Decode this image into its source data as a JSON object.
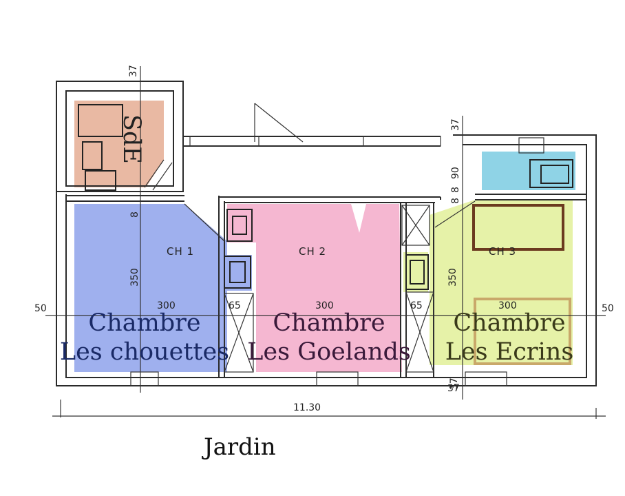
{
  "rooms": {
    "sde": {
      "label": "SdE",
      "color": "#e9b9a3"
    },
    "ch1": {
      "code": "CH 1",
      "name_line1": "Chambre",
      "name_line2": "Les chouettes",
      "width": "300",
      "height": "350",
      "top_dim": "8",
      "color": "#9fb0ee",
      "text_color": "#1a2a66"
    },
    "ch2": {
      "code": "CH 2",
      "name_line1": "Chambre",
      "name_line2": "Les Goelands",
      "width": "300",
      "color": "#f5b7d1",
      "text_color": "#3a1a3a"
    },
    "ch3": {
      "code": "CH 3",
      "name_line1": "Chambre",
      "name_line2": "Les Ecrins",
      "width": "300",
      "height": "350",
      "color": "#e6f2a8",
      "text_color": "#3a3a1a"
    }
  },
  "dimensions": {
    "left_margin": "50",
    "right_margin": "50",
    "top_sde": "37",
    "top_right": "37",
    "right_top_1": "90",
    "right_top_2": "8",
    "right_top_3": "8",
    "closet_1": "65",
    "closet_2": "65",
    "bottom_right_1": "37",
    "bottom_right_2": "37",
    "total_length": "11.30"
  },
  "outside": {
    "label": "Jardin"
  },
  "colors": {
    "bath_blue": "#8fd3e6",
    "bed_brown": "#6b3a1f",
    "bed_tan": "#c9a86a"
  }
}
